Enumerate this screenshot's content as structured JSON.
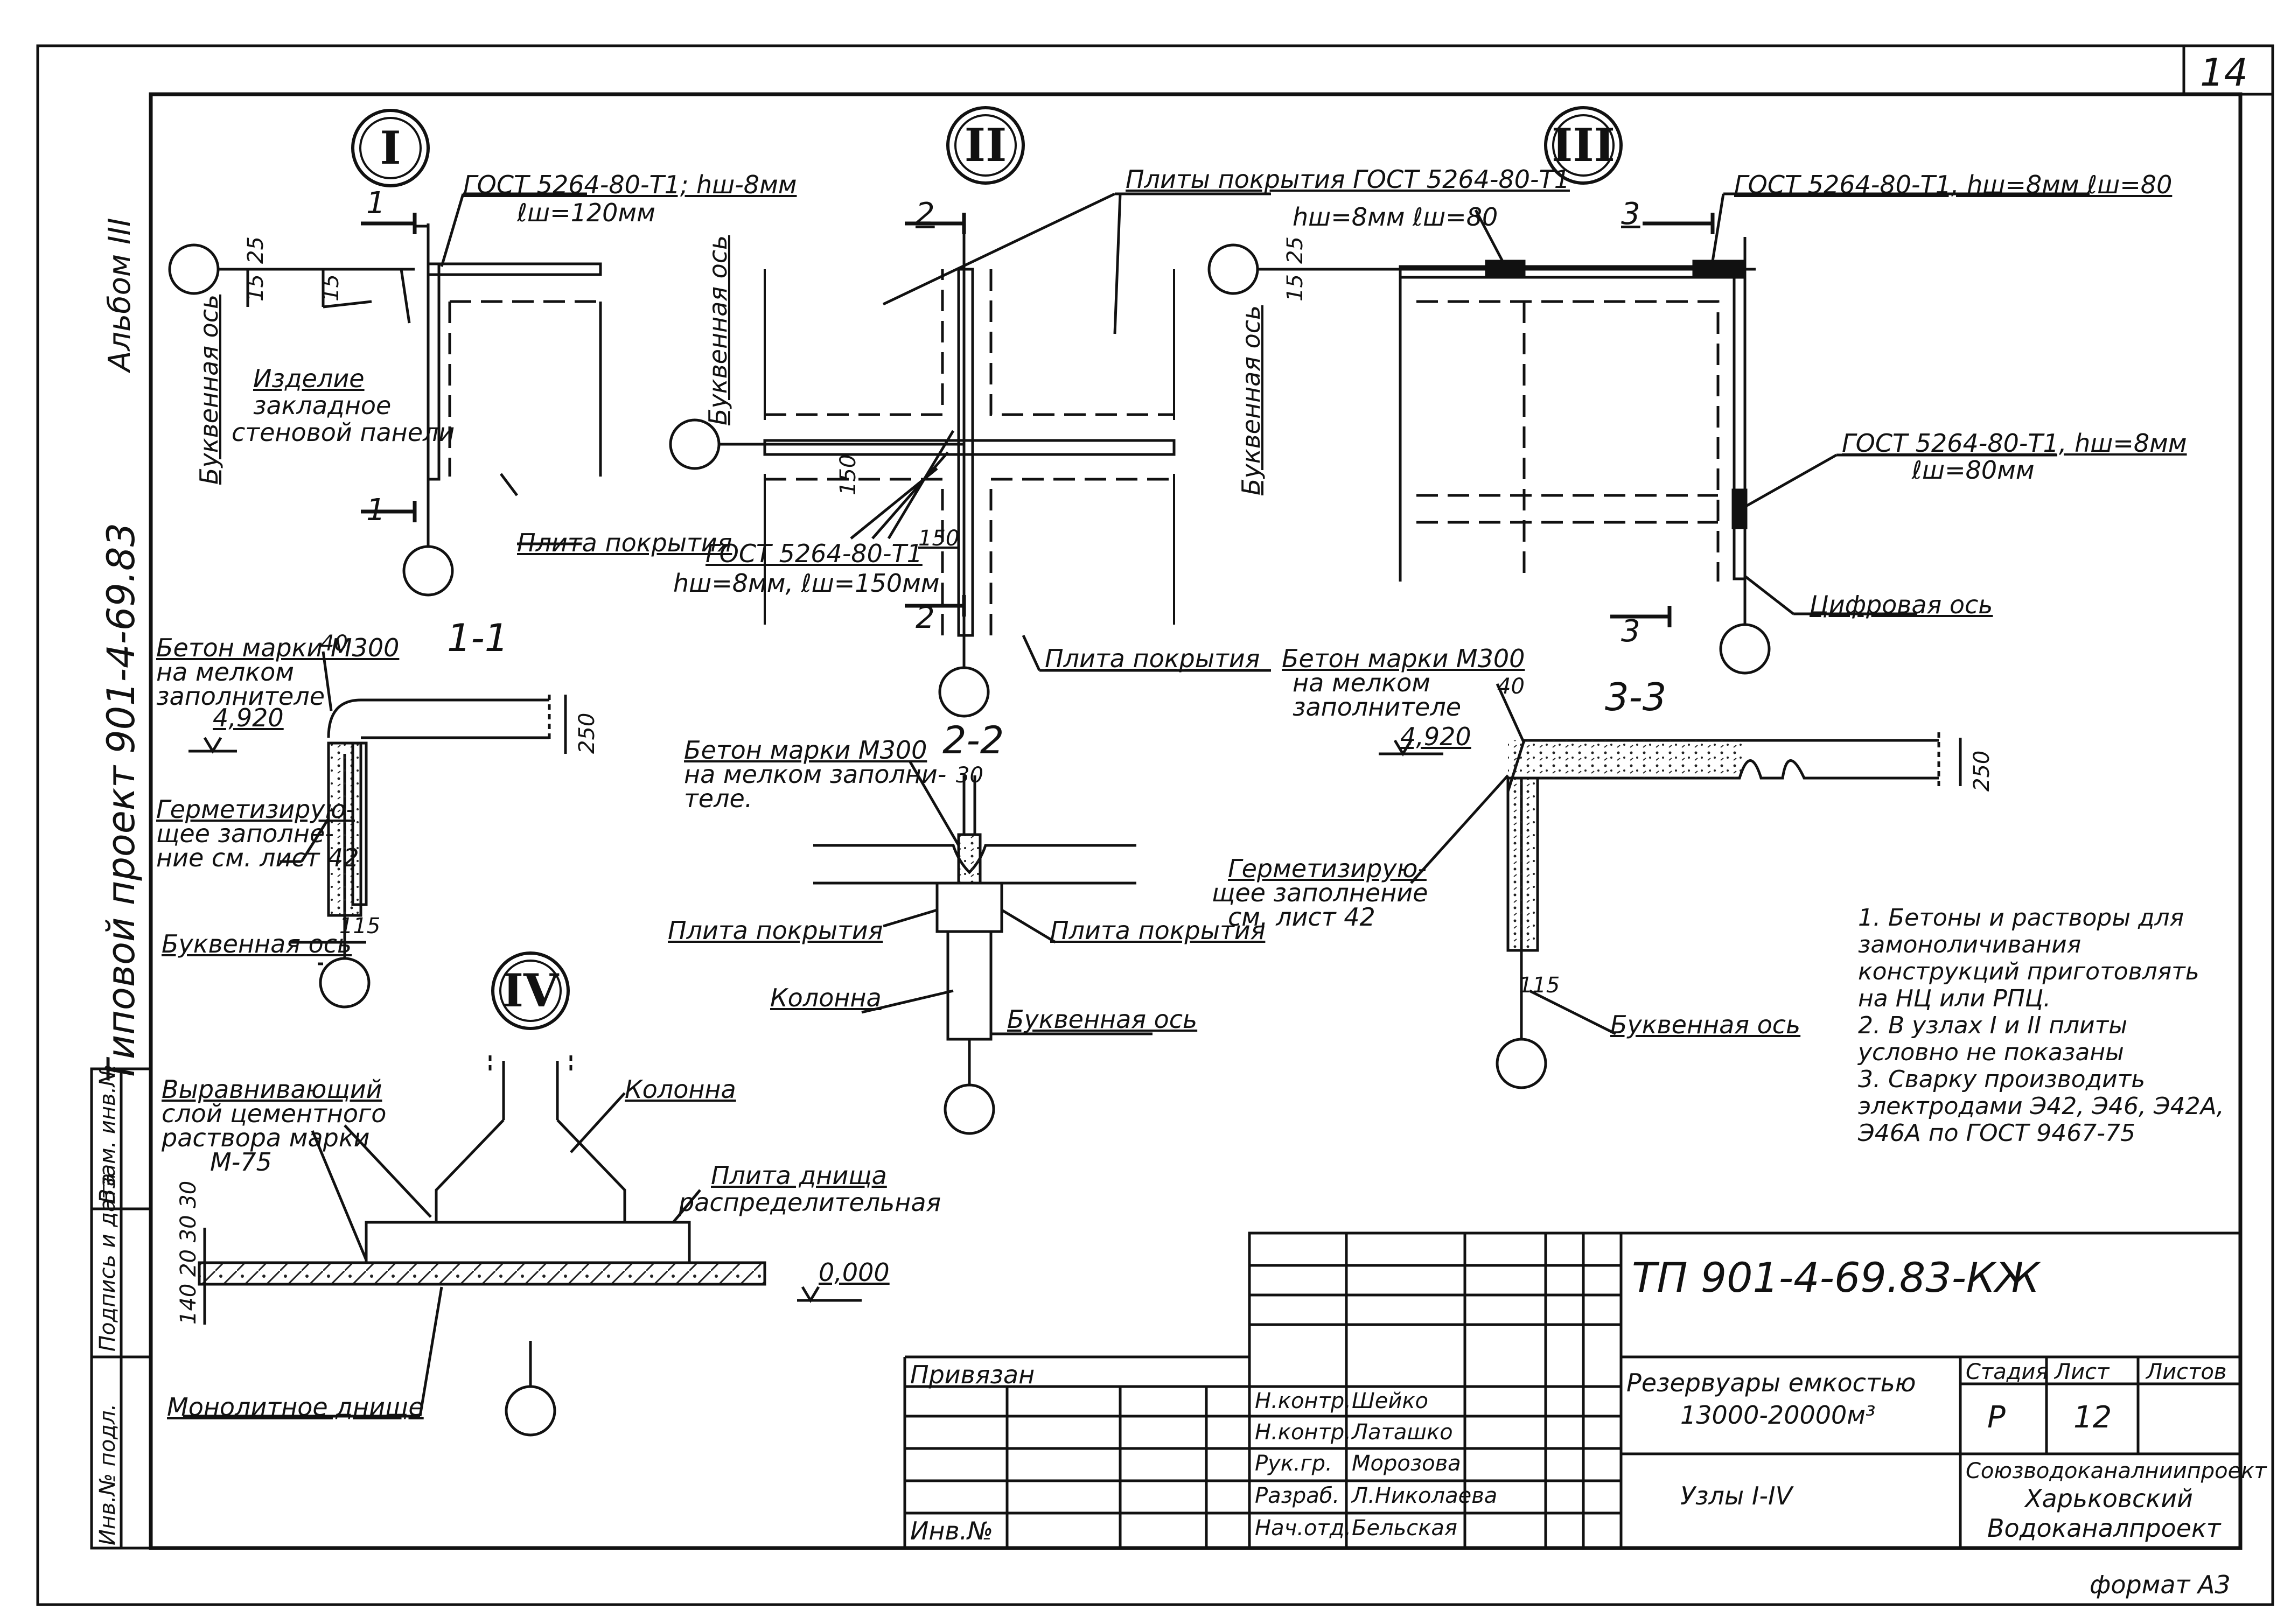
{
  "sheet_number": "14",
  "format": "формат А3",
  "album": "Альбом III",
  "project_side": "Типовой проект 901-4-69.83",
  "side_stamp": [
    "Инв.№ подл.",
    "Подпись и дата",
    "Взам. инв.№"
  ],
  "nodes": {
    "n1": "I",
    "n2": "II",
    "n3": "III",
    "n4": "IV"
  },
  "labels": {
    "gost_t1_120": "ГОСТ 5264-80-Т1; hш-8мм",
    "lsh_120": "ℓш=120мм",
    "izdelie": "Изделие",
    "zakladnoe": "закладное",
    "stenovoi": "стеновой панели",
    "bukv_os": "Буквенная ось",
    "plita_pokrytiya": "Плита покрытия",
    "gost_t1_150": "ГОСТ 5264-80-Т1",
    "hsh_150": "hш=8мм, ℓш=150мм",
    "plity_pokrytiya_gost": "Плиты покрытия ГОСТ 5264-80-Т1",
    "hsh_80": "hш=8мм ℓш=80",
    "gost_t1_80_top": "ГОСТ 5264-80-Т1, hш=8мм ℓш=80",
    "gost_t1_8mm": "ГОСТ 5264-80-Т1, hш=8мм",
    "lsh_80": "ℓш=80мм",
    "cifrovaya_os": "Цифровая ось",
    "beton_m300": "Бетон марки М300",
    "na_melkom": "на мелком",
    "zapolnitele": "заполнителе",
    "beton_m300_b": "Бетон марки М300",
    "na_melkom_b": "на мелком заполни-",
    "tele": "теле.",
    "germet_1": "Герметизирую-",
    "germet_2": "щее заполне-",
    "germet_3": "ние см. лист 42",
    "germet_b1": "Герметизирую-",
    "germet_b2": "щее заполнение",
    "germet_b3": "см. лист 42",
    "kolonna": "Колонна",
    "bukvennaya_os_b": "Буквенная ось",
    "vyravn_1": "Выравнивающий",
    "vyravn_2": "слой цементного",
    "vyravn_3": "раствора марки",
    "vyravn_4": "М-75",
    "plita_dnischa": "Плита днища",
    "raspred": "распределительная",
    "monolit": "Монолитное днище",
    "zero": "0,000",
    "elev1": "4,920",
    "elev3": "4,920",
    "sec1": "1-1",
    "sec2": "2-2",
    "sec3": "3-3",
    "cut1": "1",
    "cut2": "2",
    "cut3": "3",
    "d15": "15",
    "d25": "25",
    "d40": "40",
    "d40b": "40",
    "d30": "30",
    "d115": "115",
    "d115b": "115",
    "d150": "150",
    "d150b": "150",
    "d250": "250",
    "d250b": "250",
    "d140": "140 20 30 30"
  },
  "notes": "1. Бетоны и растворы для замоноличивания конструкций приготовлять на НЦ или РПЦ.\n2. В узлах I и II плиты условно не показаны\n3. Сварку производить электродами Э42, Э46, Э42А, Э46А по ГОСТ 9467-75",
  "title_block": {
    "code": "ТП 901-4-69.83-КЖ",
    "privyazan": "Привязан",
    "inv": "Инв.№",
    "roles": [
      "Н.контр.",
      "Н.контр.",
      "Рук.гр.",
      "Разраб.",
      "Нач.отд."
    ],
    "names": [
      "Шейко",
      "Латашко",
      "Морозова",
      "Л.Николаева",
      "Бельская"
    ],
    "object_1": "Резервуары емкостью",
    "object_2": "13000-20000м³",
    "sheet_title": "Узлы I-IV",
    "stage_h": "Стадия",
    "list_h": "Лист",
    "lists_h": "Листов",
    "stage": "Р",
    "list": "12",
    "org_1": "Союзводоканалниипроект",
    "org_2": "Харьковский",
    "org_3": "Водоканалпроект"
  }
}
